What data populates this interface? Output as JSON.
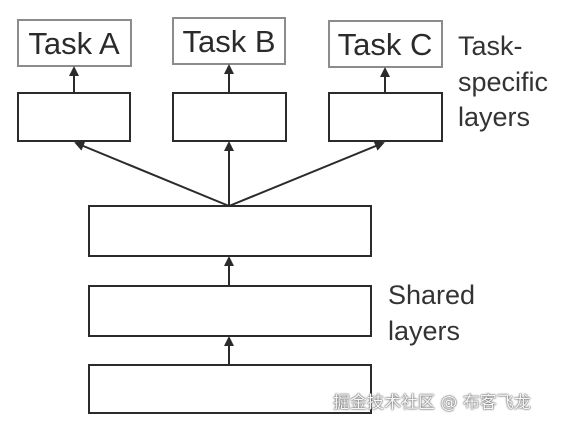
{
  "tasks": [
    {
      "label": "Task A"
    },
    {
      "label": "Task B"
    },
    {
      "label": "Task C"
    }
  ],
  "side_labels": {
    "task_specific": [
      "Task-",
      "specific",
      "layers"
    ],
    "shared": [
      "Shared",
      "layers"
    ]
  },
  "watermark": "掘金技术社区 @ 布客飞龙",
  "colors": {
    "task_box_border": "#8c8c8c",
    "layer_box_border": "#2b2b2b",
    "text": "#2b2b2b"
  }
}
